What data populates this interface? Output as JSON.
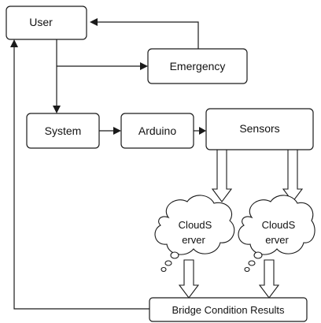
{
  "nodes": {
    "user": "User",
    "emergency": "Emergency",
    "system": "System",
    "arduino": "Arduino",
    "sensors": "Sensors",
    "cloud_left_line1": "CloudS",
    "cloud_left_line2": "erver",
    "cloud_right_line1": "CloudS",
    "cloud_right_line2": "erver",
    "results": "Bridge Condition Results"
  },
  "colors": {
    "stroke": "#1a1a1a",
    "fill": "#ffffff"
  }
}
